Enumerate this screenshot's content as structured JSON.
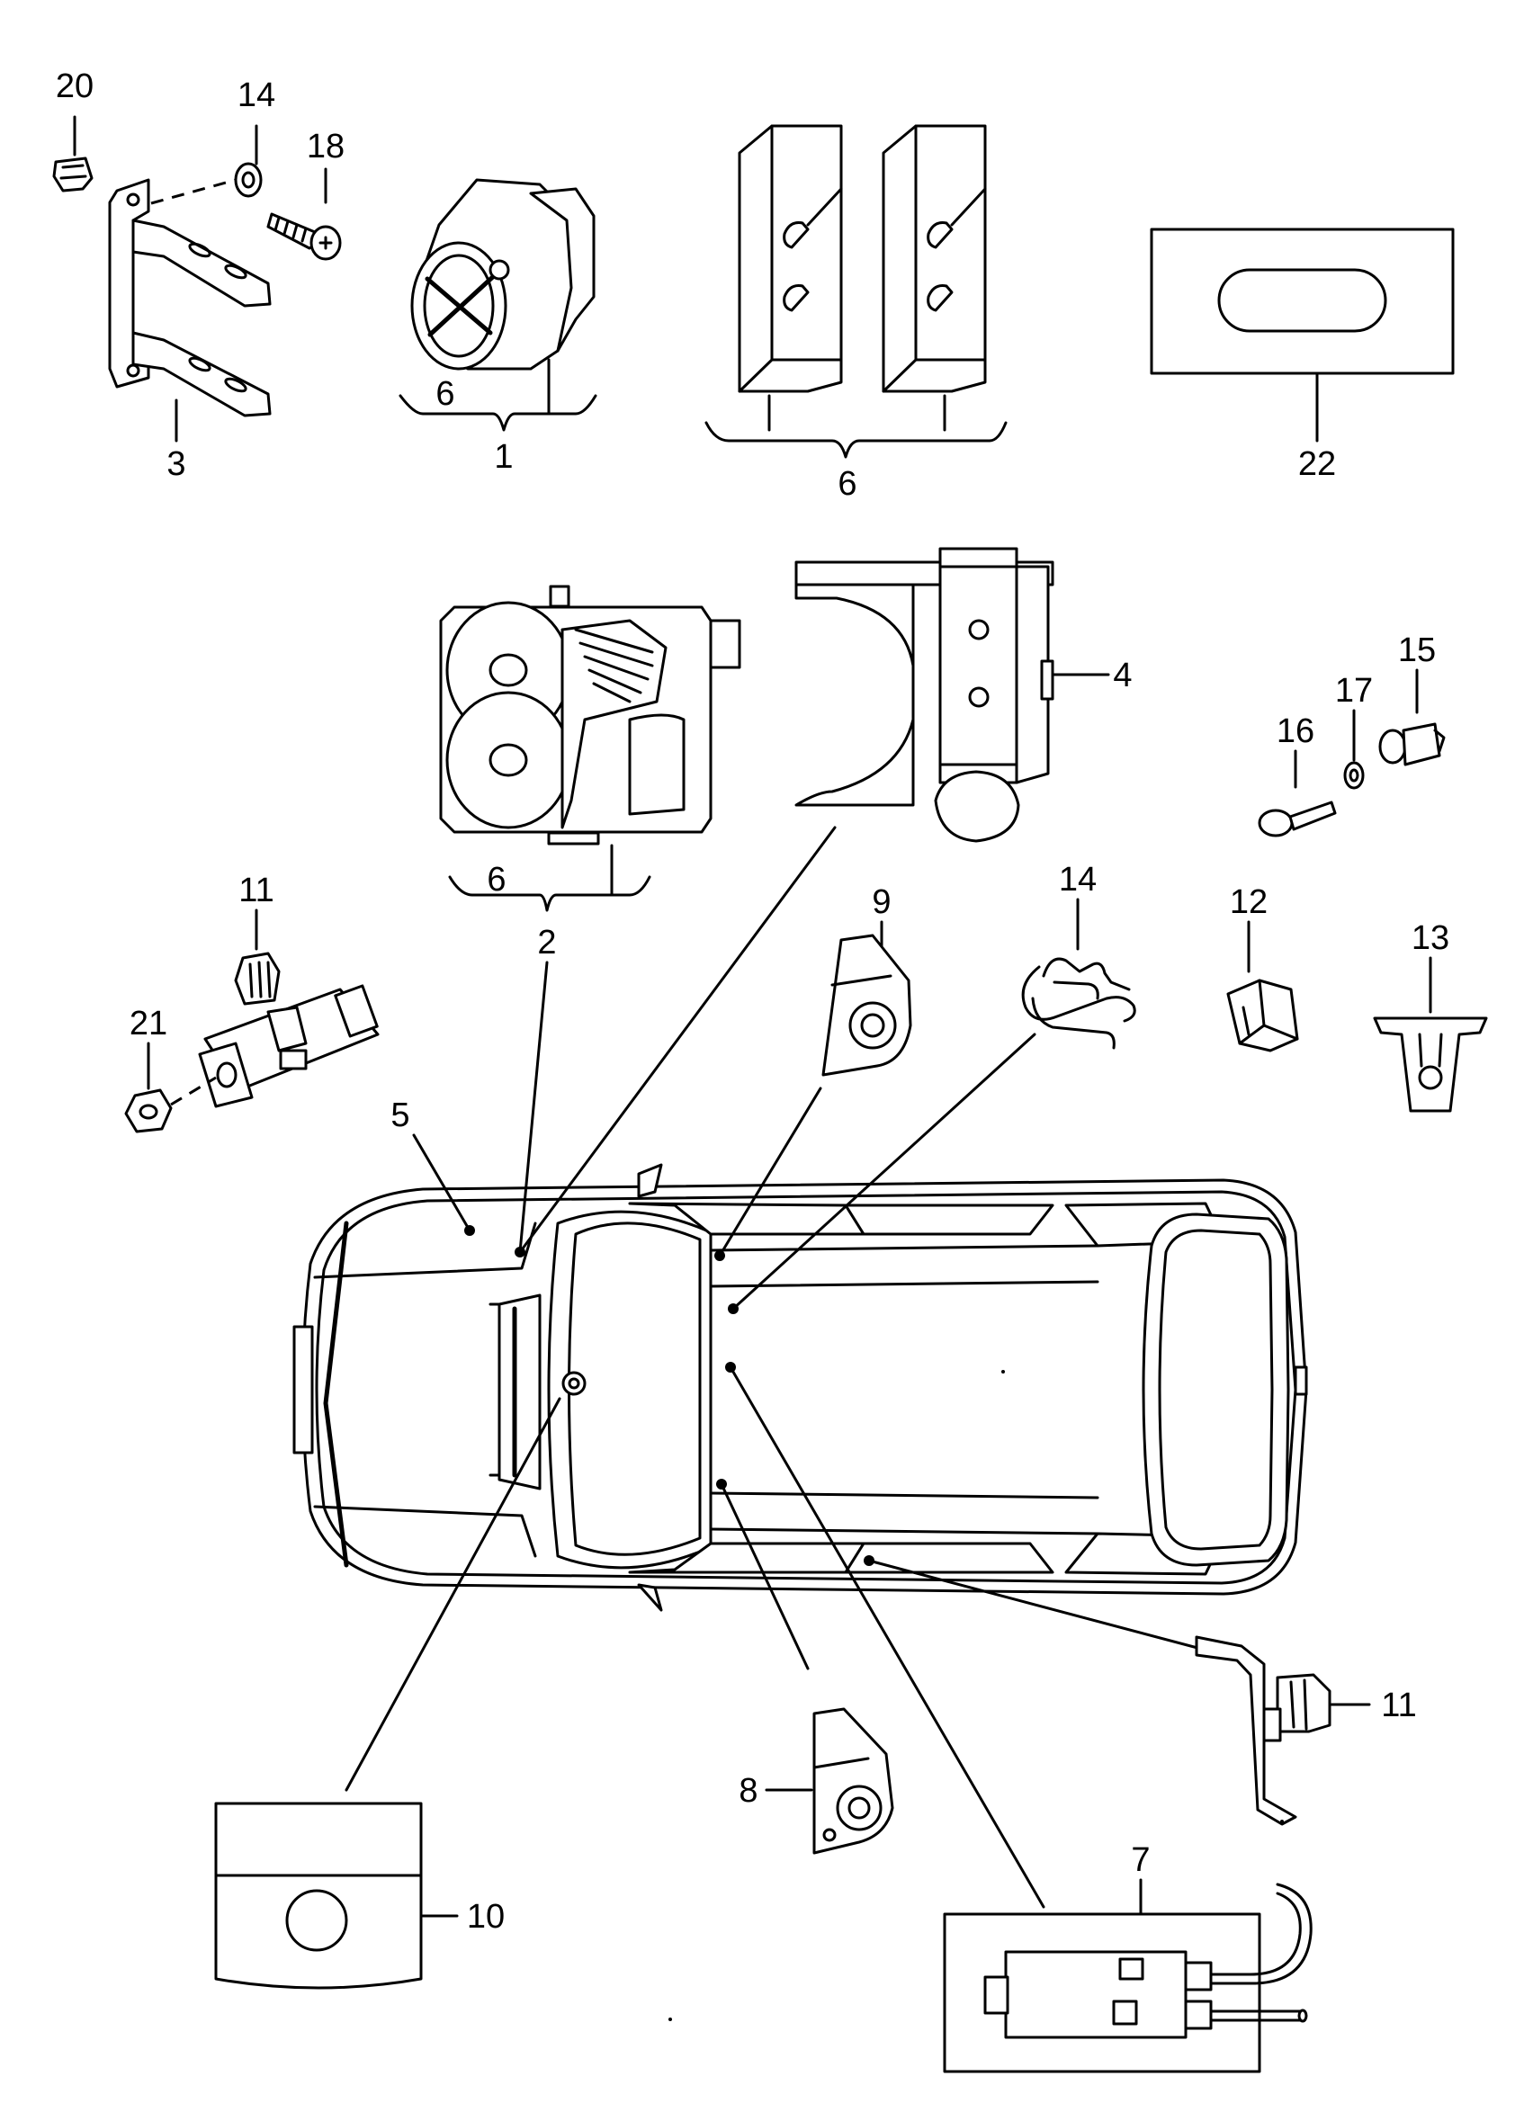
{
  "callouts": {
    "c1": "1",
    "c2": "2",
    "c3": "3",
    "c4": "4",
    "c5": "5",
    "c6a": "6",
    "c6b": "6",
    "c6c": "6",
    "c7": "7",
    "c8": "8",
    "c9": "9",
    "c10": "10",
    "c11a": "11",
    "c11b": "11",
    "c12": "12",
    "c13": "13",
    "c14a": "14",
    "c14b": "14",
    "c15": "15",
    "c16": "16",
    "c17": "17",
    "c18": "18",
    "c20": "20",
    "c21": "21",
    "c22": "22"
  }
}
